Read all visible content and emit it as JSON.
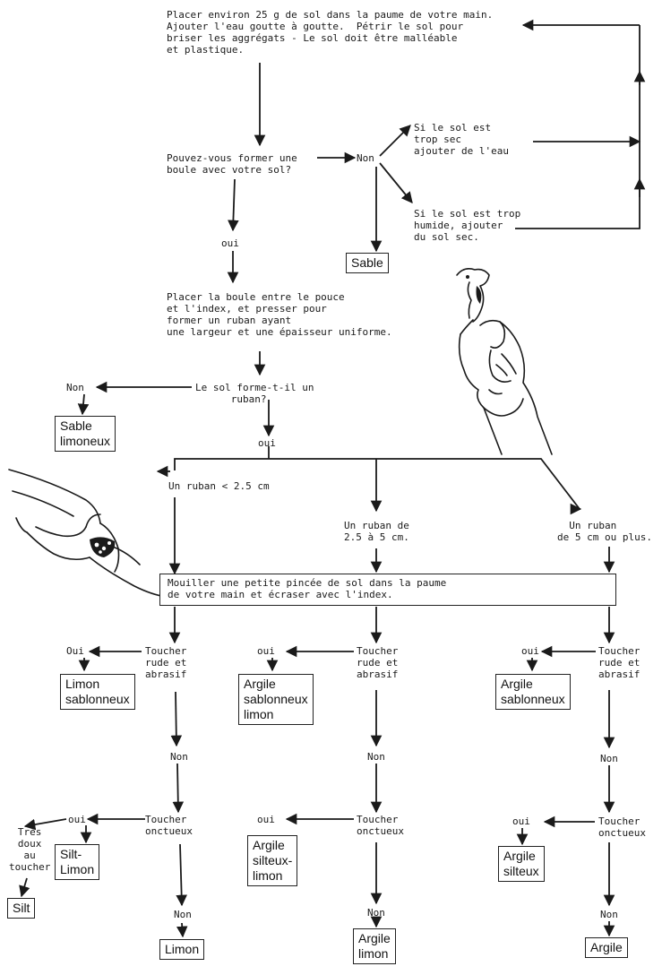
{
  "steps": {
    "intro": "Placer environ 25 g de sol dans la paume de votre main.\nAjouter l'eau goutte à goutte.  Pétrir le sol pour\nbriser les aggrégats - Le sol doit être malléable\net plastique.",
    "q_ball": "Pouvez-vous former une\nboule avec votre sol?",
    "ball_no": "Non",
    "too_dry": "Si le sol est\ntrop sec\najouter de l'eau",
    "too_wet": "Si le sol est trop\nhumide, ajouter\ndu sol sec.",
    "ball_yes": "oui",
    "ribbon_instr": "Placer la boule entre le pouce\net l'index, et presser pour\nformer un ruban ayant\nune largeur et une épaisseur uniforme.",
    "q_ribbon": "Le sol forme-t-il un\n      ruban?",
    "ribbon_no": "Non",
    "ribbon_yes": "oui",
    "ribbon_short": "Un ruban < 2.5 cm",
    "ribbon_mid": "Un ruban de\n2.5 à 5 cm.",
    "ribbon_long": "  Un ruban\nde 5 cm ou plus.",
    "wet_instr": "Mouiller une petite pincée de sol dans la paume\nde votre main et écraser avec l'index."
  },
  "columns": [
    {
      "gritty": "Toucher\nrude et\nabrasif",
      "gritty_yes": "Oui",
      "gritty_no": "Non",
      "smooth": "Toucher\nonctueux",
      "smooth_yes": "oui",
      "smooth_no": "Non",
      "very_smooth": "Très\ndoux\nau\ntoucher"
    },
    {
      "gritty": "Toucher\nrude et\nabrasif",
      "gritty_yes": "oui",
      "gritty_no": "Non",
      "smooth": "Toucher\nonctueux",
      "smooth_yes": "oui",
      "smooth_no": "Non"
    },
    {
      "gritty": "Toucher\nrude et\nabrasif",
      "gritty_yes": "oui",
      "gritty_no": "Non",
      "smooth": "Toucher\nonctueux",
      "smooth_yes": "oui",
      "smooth_no": "Non"
    }
  ],
  "results": {
    "sable": "Sable",
    "sable_limoneux": "Sable\nlimoneux",
    "limon_sablonneux": "Limon\nsablonneux",
    "argile_sablonneux_limon": "Argile\nsablonneux\nlimon",
    "argile_sablonneux": "Argile\nsablonneux",
    "silt_limon": "Silt-\nLimon",
    "silt": "Silt",
    "argile_silteux_limon": "Argile\nsilteux-\nlimon",
    "argile_silteux": "Argile\nsilteux",
    "limon": "Limon",
    "argile_limon": "Argile\nlimon",
    "argile": "Argile"
  },
  "illustrations": {
    "hand_ribbon": "hand-forming-ribbon",
    "hand_rub": "hand-rubbing-soil"
  }
}
